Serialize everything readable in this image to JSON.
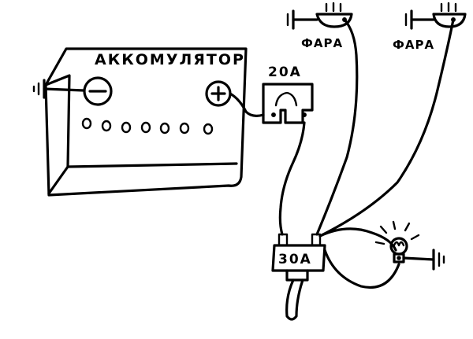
{
  "battery": {
    "label": "АККОМУЛЯТОР",
    "negative_symbol": "−",
    "positive_symbol": "+",
    "cells": 7
  },
  "fuse_small": {
    "label": "20А"
  },
  "fuse_large": {
    "label": "30А"
  },
  "headlight_left": {
    "label": "ФАРА"
  },
  "headlight_right": {
    "label": "ФАРА"
  },
  "colors": {
    "ink": "#000000",
    "paper": "#ffffff"
  }
}
